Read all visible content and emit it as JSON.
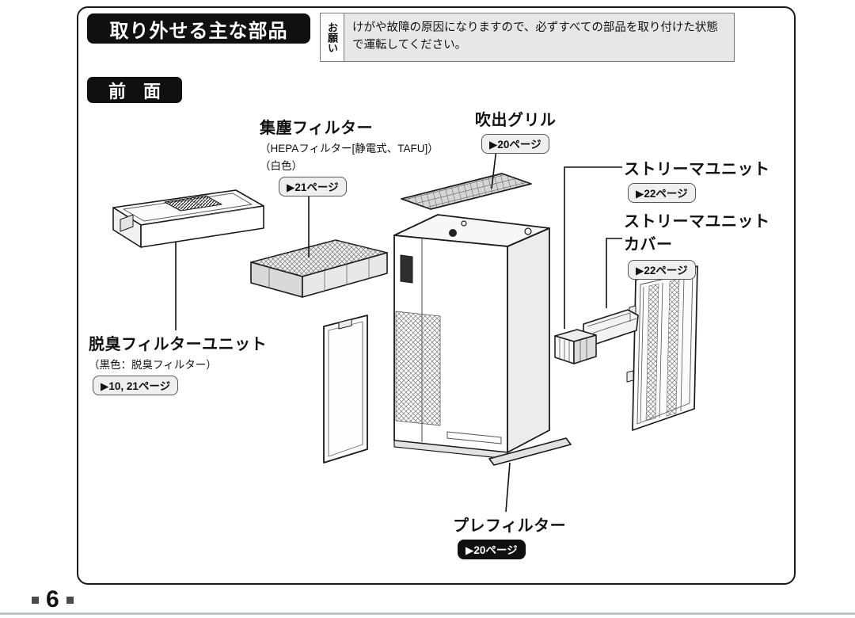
{
  "header": {
    "title": "取り外せる主な部品",
    "notice_label": "お願い",
    "notice_text": "けがや故障の原因になりますので、必ずすべての部品を取り付けた状態で運転してください。",
    "section_label": "前　面"
  },
  "labels": {
    "dust_filter": {
      "name": "集塵フィルター",
      "sub1": "（HEPAフィルター[静電式、TAFU]）",
      "sub2": "（白色）",
      "page_ref": "▶21ページ"
    },
    "outlet_grille": {
      "name": "吹出グリル",
      "page_ref": "▶20ページ"
    },
    "streamer_unit": {
      "name": "ストリーマユニット",
      "page_ref": "▶22ページ"
    },
    "streamer_cover": {
      "name_line1": "ストリーマユニット",
      "name_line2": "カバー",
      "page_ref": "▶22ページ"
    },
    "deodorizing_filter_unit": {
      "name": "脱臭フィルターユニット",
      "sub1": "（黒色：脱臭フィルター）",
      "page_ref": "▶10, 21ページ"
    },
    "pre_filter": {
      "name": "プレフィルター",
      "page_ref": "▶20ページ"
    }
  },
  "footer": {
    "page_number": "6"
  },
  "colors": {
    "badge_bg": "#101010",
    "notice_bg": "#e7e7e7"
  }
}
